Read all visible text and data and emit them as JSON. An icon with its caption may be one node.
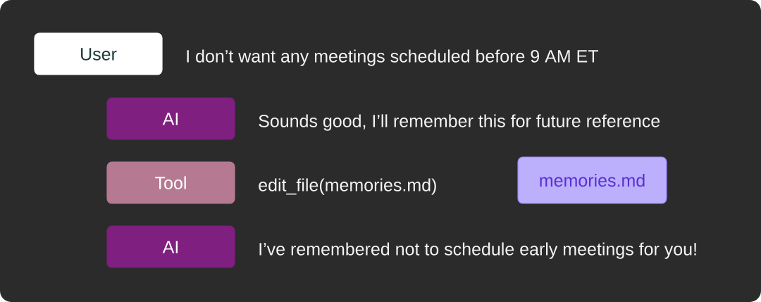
{
  "diagram": {
    "nodes": [
      {
        "text": [
          "User"
        ],
        "beside": [
          "I don’t want any meetings scheduled before 9 AM ET"
        ]
      },
      {
        "text": [
          "AI"
        ],
        "beside": [
          "Sounds good, I’ll remember this for future reference"
        ]
      },
      {
        "text": [
          "Tool"
        ],
        "beside": [
          "edit_file(memories.md)"
        ]
      },
      {
        "text": [
          "memories.md"
        ]
      },
      {
        "text": [
          "AI"
        ],
        "beside": [
          "I’ve remembered not to schedule early meetings for you!"
        ]
      }
    ]
  }
}
